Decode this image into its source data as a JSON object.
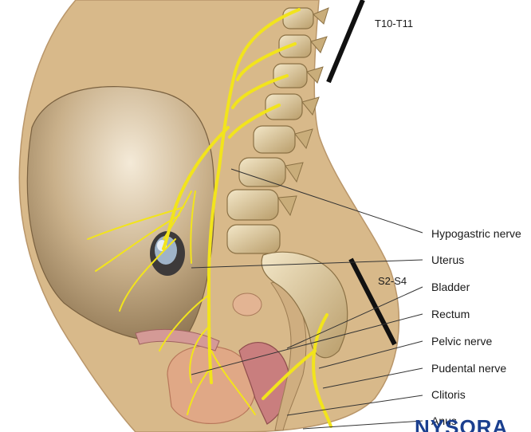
{
  "segments": {
    "upper": "T10-T11",
    "lower": "S2-S4"
  },
  "labels": [
    "Hypogastric nerve",
    "Uterus",
    "Bladder",
    "Rectum",
    "Pelvic nerve",
    "Pudental nerve",
    "Clitoris",
    "Anus"
  ],
  "watermark": "NYSORA",
  "colors": {
    "skin": "#d9b98a",
    "nerve": "#f2e41c",
    "bone": "#e9d9b4",
    "belly": "#b89a6e",
    "leader": "#333333"
  }
}
